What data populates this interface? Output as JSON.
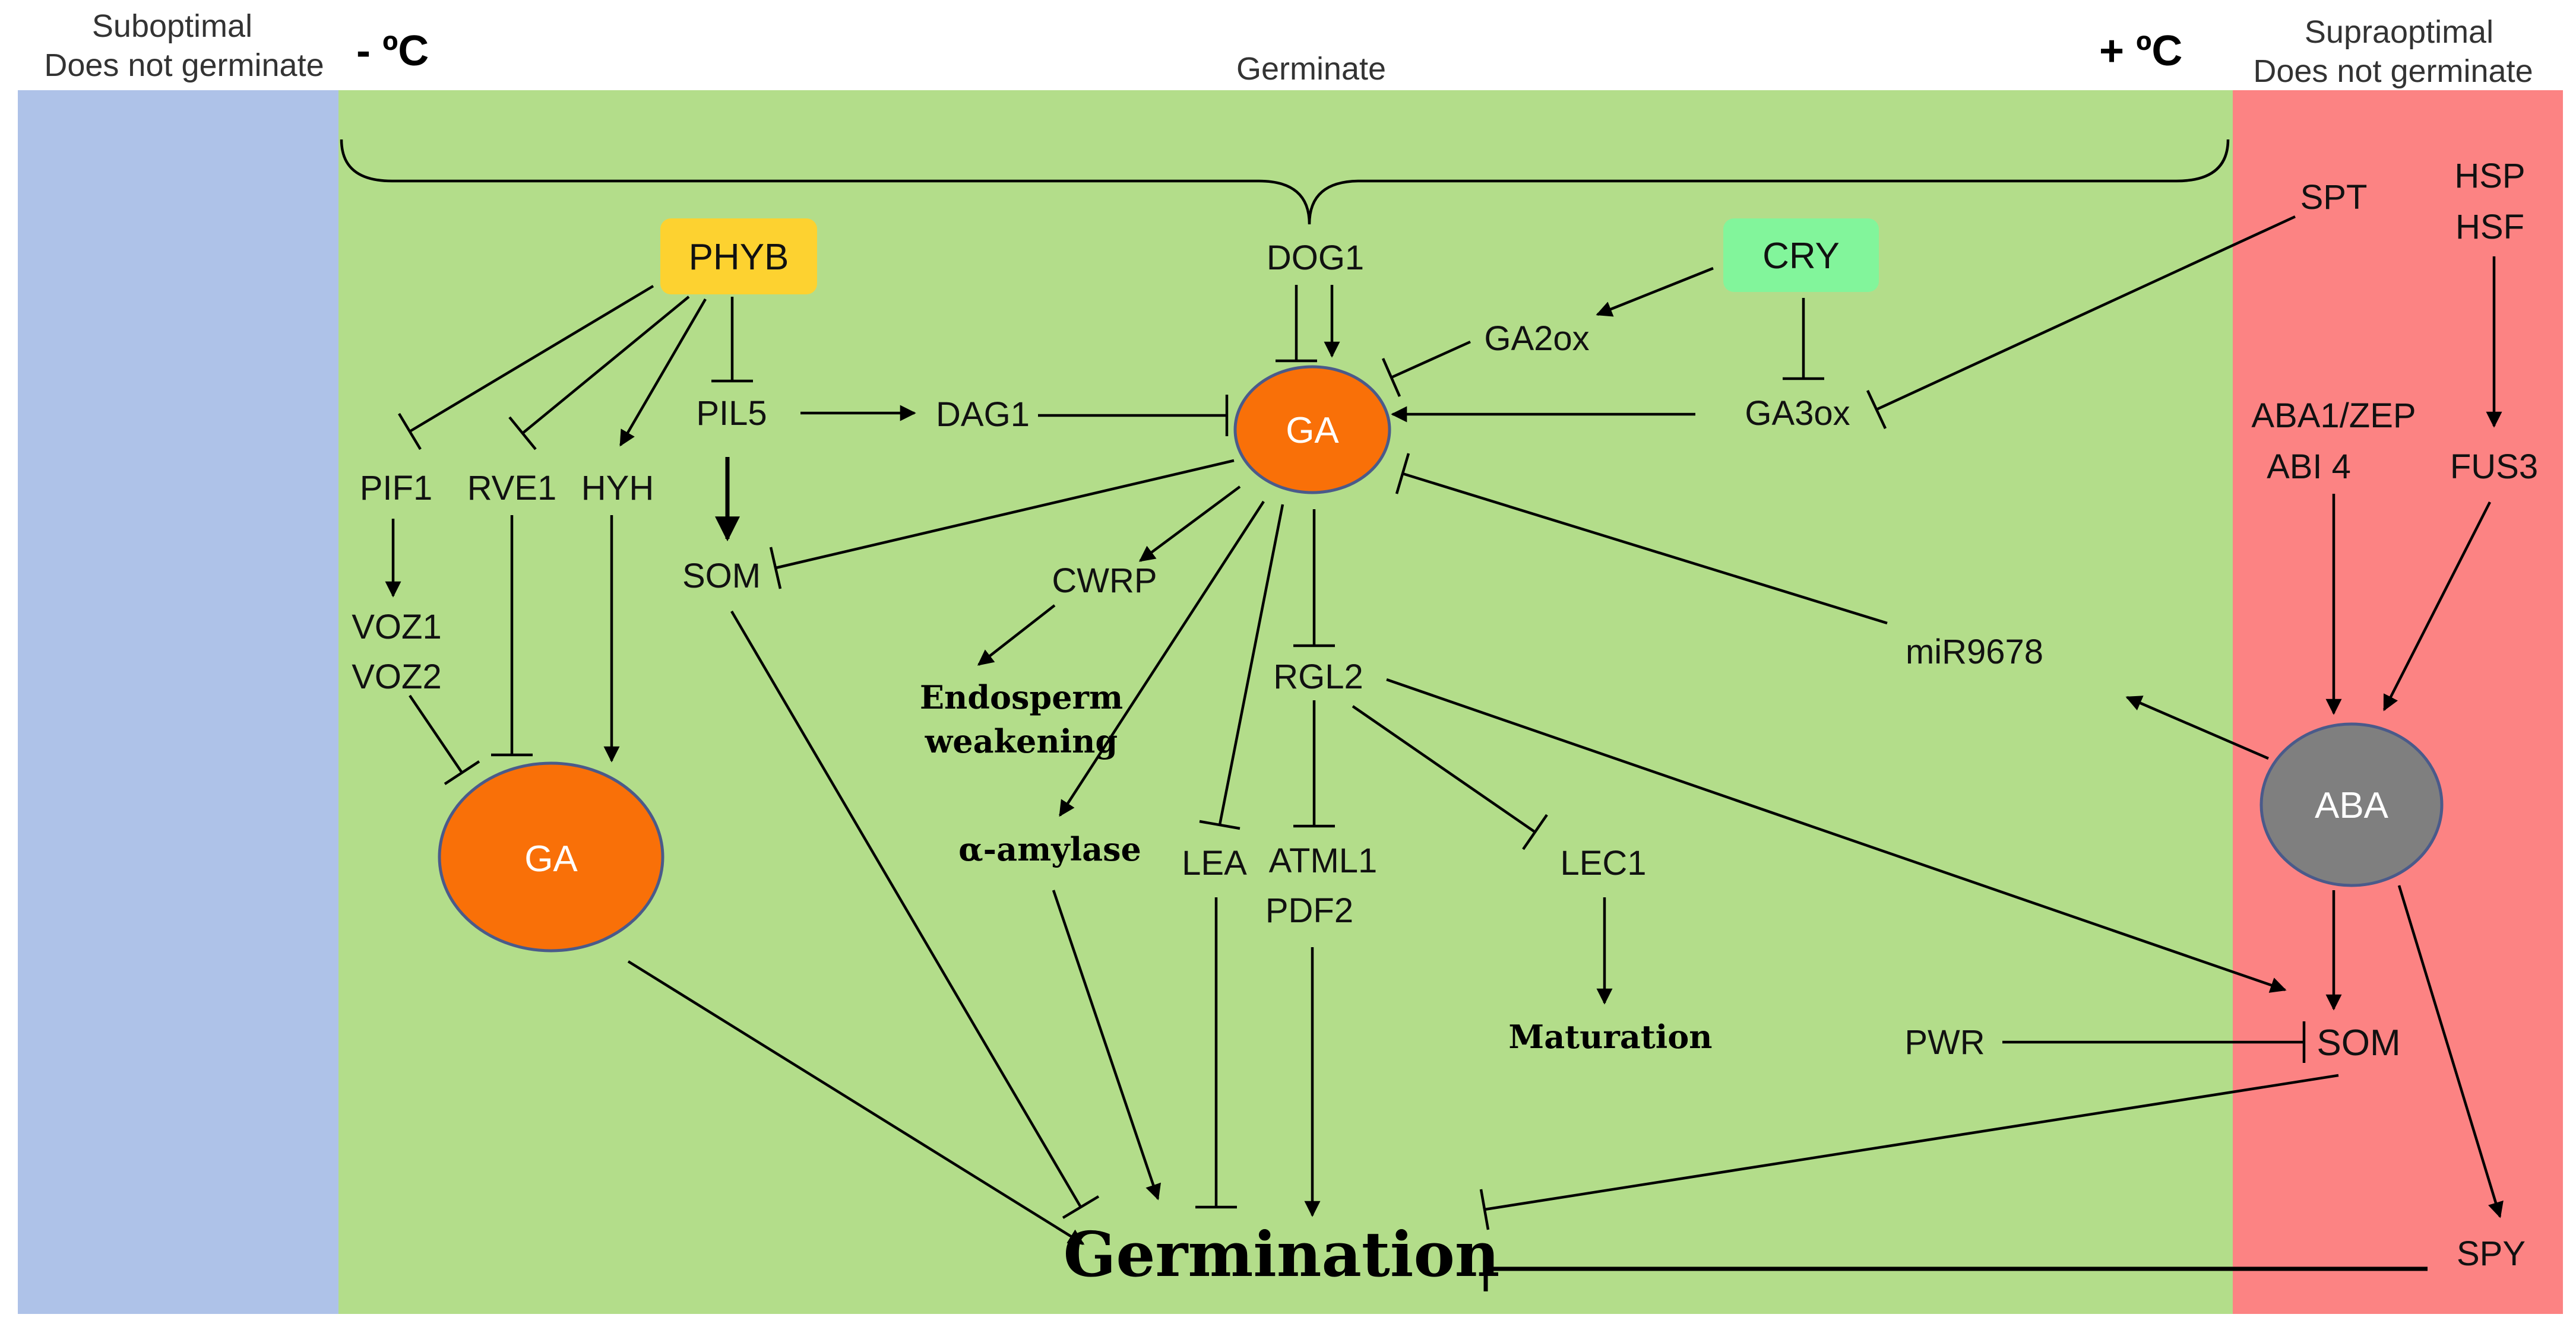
{
  "zones": {
    "suboptimal": {
      "line1": "Suboptimal",
      "line2": "Does not germinate",
      "color": "#aec2e8"
    },
    "germinate": {
      "label": "Germinate",
      "color": "#b3dd8a"
    },
    "supraoptimal": {
      "line1": "Supraoptimal",
      "line2": "Does not germinate",
      "color": "#fc8383"
    },
    "cold_label": "- ºC",
    "warm_label": "+ ºC"
  },
  "colors": {
    "phyb_box": "#fdd230",
    "cry_box": "#82f59b",
    "ga_node": "#f97008",
    "ga_stroke": "#4a5a8a",
    "aba_node": "#7f7f7f"
  },
  "nodes": {
    "phyb": "PHYB",
    "cry": "CRY",
    "dog1": "DOG1",
    "ga2ox": "GA2ox",
    "ga3ox": "GA3ox",
    "spt": "SPT",
    "hsp": "HSP",
    "hsf": "HSF",
    "pil5": "PIL5",
    "dag1": "DAG1",
    "ga_center": "GA",
    "pif1": "PIF1",
    "rve1": "RVE1",
    "hyh": "HYH",
    "som_left": "SOM",
    "cwrp": "CWRP",
    "endosperm_1": "Endosperm",
    "endosperm_2": "weakening",
    "voz1": "VOZ1",
    "voz2": "VOZ2",
    "ga_left": "GA",
    "rgl2": "RGL2",
    "mir9678": "miR9678",
    "aba1_zep": "ABA1/ZEP",
    "abi4": "ABI 4",
    "fus3": "FUS3",
    "aba": "ABA",
    "alpha_amylase": "α-amylase",
    "lea": "LEA",
    "atml1": "ATML1",
    "pdf2": "PDF2",
    "lec1": "LEC1",
    "maturation": "Maturation",
    "pwr": "PWR",
    "som_right": "SOM",
    "germination": "Germination",
    "spy": "SPY"
  }
}
